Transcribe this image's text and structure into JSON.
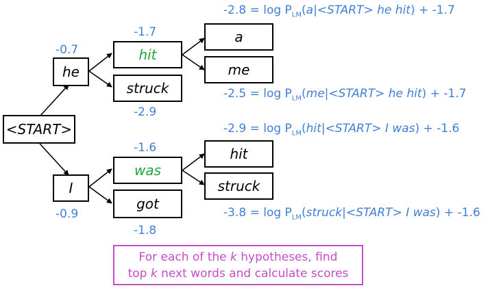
{
  "nodes": {
    "start": "<START>",
    "he": "he",
    "I": "I",
    "hit": "hit",
    "struck_top": "struck",
    "was": "was",
    "got": "got",
    "a": "a",
    "me": "me",
    "hit_bottom": "hit",
    "struck_bottom": "struck"
  },
  "scores": {
    "he": "-0.7",
    "I": "-0.9",
    "hit": "-1.7",
    "struck_top": "-2.9",
    "was": "-1.6",
    "got": "-1.8"
  },
  "formulas": {
    "a": {
      "value": "-2.8",
      "eq": " = log P",
      "sub": "LM",
      "open": "(",
      "word": "a",
      "bar": "|",
      "context": "<START> he hit",
      "close": ")",
      "tail": " + -1.7"
    },
    "me": {
      "value": "-2.5",
      "eq": " = log P",
      "sub": "LM",
      "open": "(",
      "word": "me",
      "bar": "|",
      "context": "<START> he hit",
      "close": ")",
      "tail": " + -1.7"
    },
    "hit": {
      "value": "-2.9",
      "eq": " = log P",
      "sub": "LM",
      "open": "(",
      "word": "hit",
      "bar": "|",
      "context": "<START> I was",
      "close": ")",
      "tail": " + -1.6"
    },
    "struck": {
      "value": "-3.8",
      "eq": " = log P",
      "sub": "LM",
      "open": "(",
      "word": "struck",
      "bar": "|",
      "context": "<START> I was",
      "close": ")",
      "tail": " + -1.6"
    }
  },
  "caption": {
    "line1_a": "For each of the ",
    "k1": "k",
    "line1_b": " hypotheses, find",
    "line2_a": "top ",
    "k2": "k",
    "line2_b": " next words and calculate scores"
  },
  "colors": {
    "score_blue": "#3f7fd6",
    "highlight_green": "#22a33a",
    "caption_magenta": "#c24dc7"
  }
}
